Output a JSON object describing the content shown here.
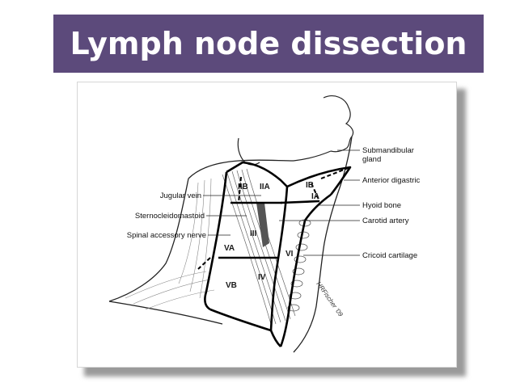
{
  "slide": {
    "title": "Lymph node dissection",
    "title_bar_color": "#5c4a7b",
    "title_text_color": "#ffffff"
  },
  "figure": {
    "zones": [
      "IIB",
      "IIA",
      "IB",
      "IA",
      "III",
      "VA",
      "VI",
      "IV",
      "VB"
    ],
    "left_labels": [
      "Jugular vein",
      "Sternocleidomastoid",
      "Spinal accessory nerve"
    ],
    "right_labels": [
      "Submandibular gland",
      "Anterior digastric",
      "Hyoid bone",
      "Carotid artery",
      "Cricoid cartilage"
    ],
    "signature": "HRFischer '09"
  }
}
